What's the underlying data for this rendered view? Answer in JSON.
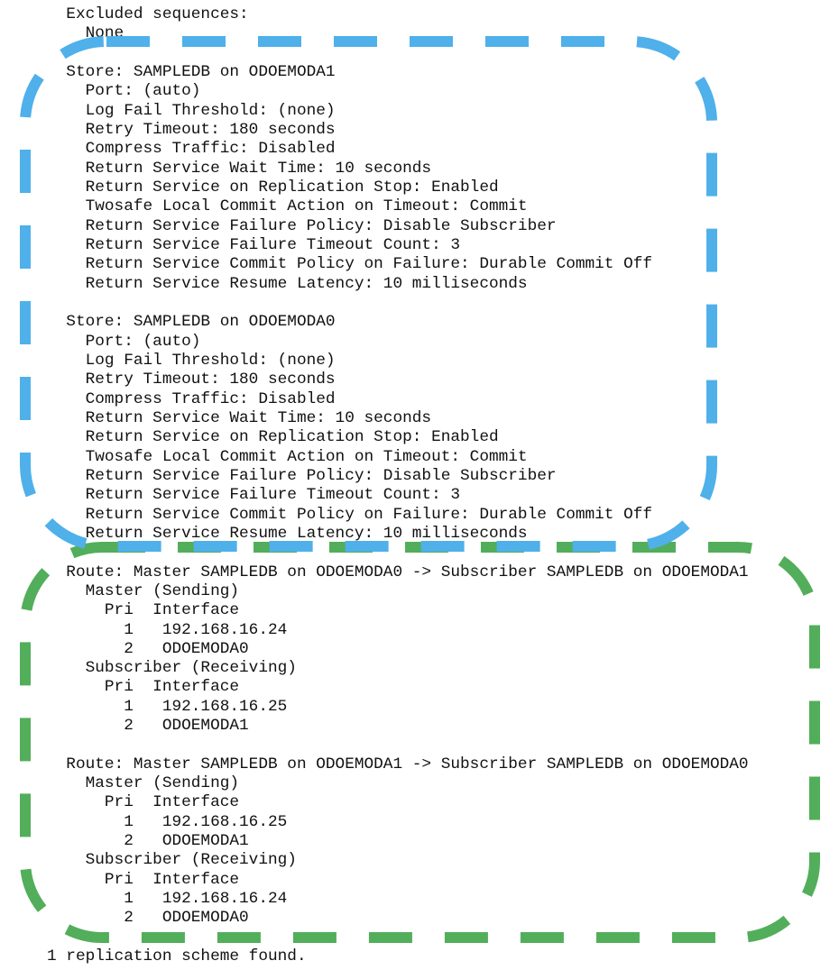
{
  "lines": [
    "  Excluded sequences:",
    "    None",
    "",
    "  Store: SAMPLEDB on ODOEMODA1",
    "    Port: (auto)",
    "    Log Fail Threshold: (none)",
    "    Retry Timeout: 180 seconds",
    "    Compress Traffic: Disabled",
    "    Return Service Wait Time: 10 seconds",
    "    Return Service on Replication Stop: Enabled",
    "    Twosafe Local Commit Action on Timeout: Commit",
    "    Return Service Failure Policy: Disable Subscriber",
    "    Return Service Failure Timeout Count: 3",
    "    Return Service Commit Policy on Failure: Durable Commit Off",
    "    Return Service Resume Latency: 10 milliseconds",
    "",
    "  Store: SAMPLEDB on ODOEMODA0",
    "    Port: (auto)",
    "    Log Fail Threshold: (none)",
    "    Retry Timeout: 180 seconds",
    "    Compress Traffic: Disabled",
    "    Return Service Wait Time: 10 seconds",
    "    Return Service on Replication Stop: Enabled",
    "    Twosafe Local Commit Action on Timeout: Commit",
    "    Return Service Failure Policy: Disable Subscriber",
    "    Return Service Failure Timeout Count: 3",
    "    Return Service Commit Policy on Failure: Durable Commit Off",
    "    Return Service Resume Latency: 10 milliseconds",
    "",
    "  Route: Master SAMPLEDB on ODOEMODA0 -> Subscriber SAMPLEDB on ODOEMODA1",
    "    Master (Sending)",
    "      Pri  Interface",
    "        1   192.168.16.24",
    "        2   ODOEMODA0",
    "    Subscriber (Receiving)",
    "      Pri  Interface",
    "        1   192.168.16.25",
    "        2   ODOEMODA1",
    "",
    "  Route: Master SAMPLEDB on ODOEMODA1 -> Subscriber SAMPLEDB on ODOEMODA0",
    "    Master (Sending)",
    "      Pri  Interface",
    "        1   192.168.16.25",
    "        2   ODOEMODA1",
    "    Subscriber (Receiving)",
    "      Pri  Interface",
    "        1   192.168.16.24",
    "        2   ODOEMODA0",
    "",
    "1 replication scheme found."
  ],
  "highlights": {
    "stores_color": "#4fb0ea",
    "routes_color": "#52ae5a"
  }
}
